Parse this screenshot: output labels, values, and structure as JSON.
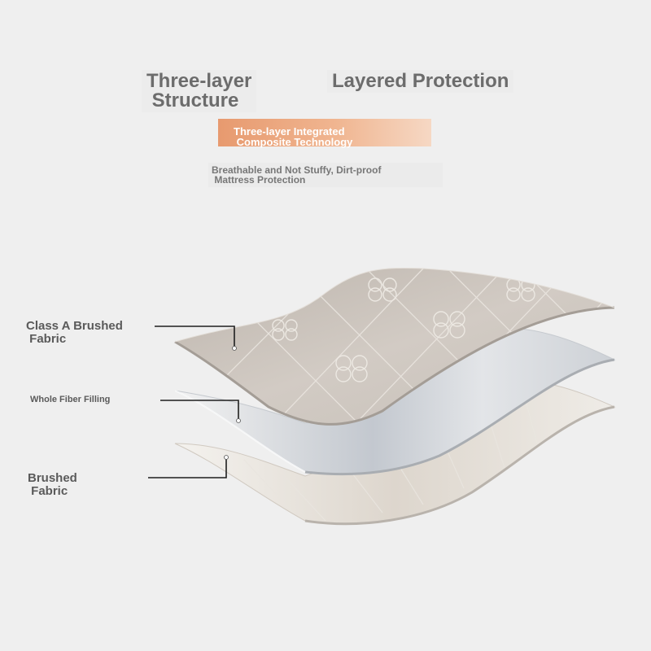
{
  "header": {
    "title_left": "Three-layer\n Structure",
    "title_right": "Layered Protection",
    "badge": "Three-layer Integrated\n Composite Technology",
    "subtitle": "Breathable and Not Stuffy, Dirt-proof\n Mattress Protection"
  },
  "labels": {
    "top_layer": "Class A Brushed\n Fabric",
    "middle_layer": "Whole Fiber Filling",
    "bottom_layer": "Brushed\n Fabric"
  },
  "colors": {
    "background": "#efefef",
    "title_text": "#6c6c6c",
    "badge_accent": "#e79a6f",
    "top_fabric": "#cbc4bd",
    "filling": "#d6d9de",
    "bottom_fabric": "#e6e1da"
  }
}
